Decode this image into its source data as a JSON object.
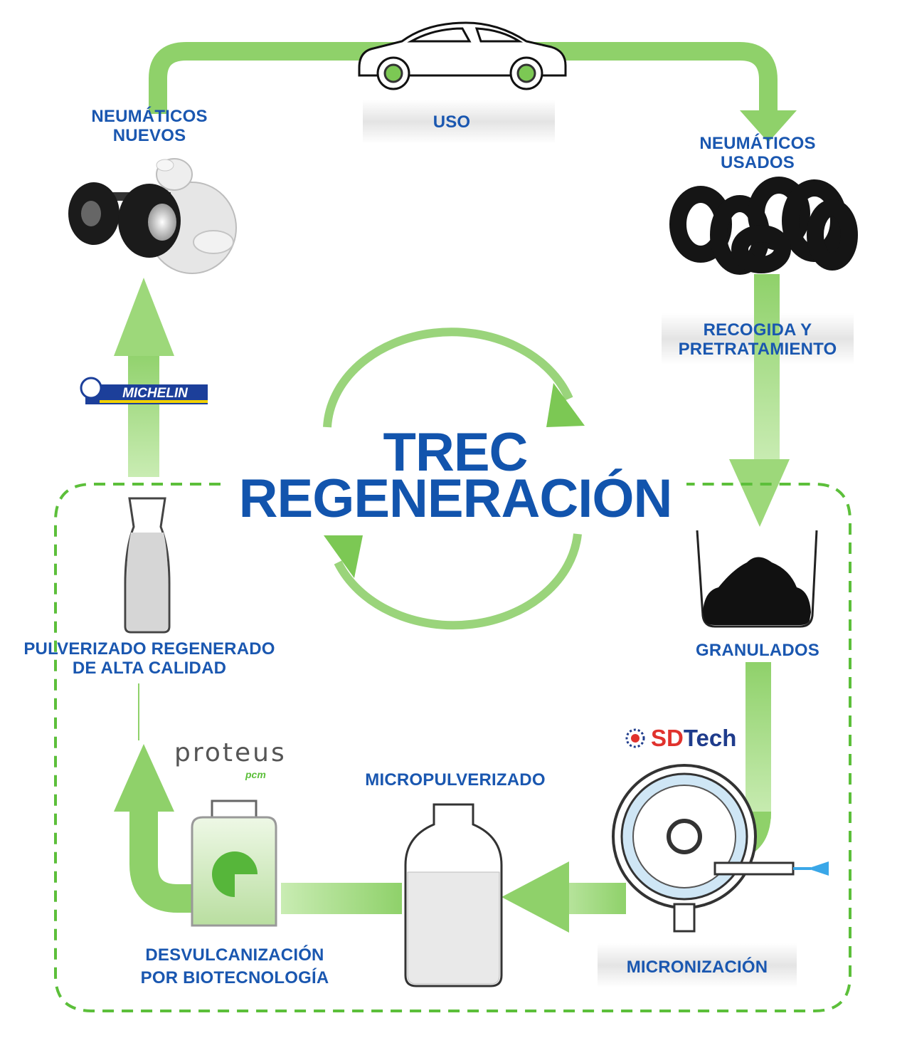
{
  "colors": {
    "arrow_green": "#8fd16a",
    "arrow_green_light": "#c5eaae",
    "cycle_green": "#7cc854",
    "label_blue": "#1a57b0",
    "title_blue": "#1254ad",
    "dashed_green": "#5cbf3a",
    "sdtech_red": "#e0322d"
  },
  "title": {
    "line1": "TREC",
    "line2": "REGENERACIÓN"
  },
  "stages": {
    "uso": "USO",
    "nuevos_l1": "NEUMÁTICOS",
    "nuevos_l2": "NUEVOS",
    "usados_l1": "NEUMÁTICOS",
    "usados_l2": "USADOS",
    "recogida_l1": "RECOGIDA Y",
    "recogida_l2": "PRETRATAMIENTO",
    "granulados": "GRANULADOS",
    "micronizacion": "MICRONIZACIÓN",
    "micropulverizado": "MICROPULVERIZADO",
    "desvulc_l1": "DESVULCANIZACIÓN",
    "desvulc_l2": "POR BIOTECNOLOGÍA",
    "pulverizado_l1": "PULVERIZADO REGENERADO",
    "pulverizado_l2": "DE ALTA CALIDAD"
  },
  "logos": {
    "michelin": "MICHELIN",
    "sdtech_a": "SD",
    "sdtech_b": "Tech",
    "proteus": "proteus",
    "proteus_sub": "pcm"
  },
  "icons": [
    "car-icon",
    "michelin-man-icon",
    "tire-stack-icon",
    "granules-beaker-icon",
    "micronizer-icon",
    "bottle-icon",
    "proteus-jar-icon",
    "carafe-icon",
    "cycle-arrow-icon"
  ]
}
